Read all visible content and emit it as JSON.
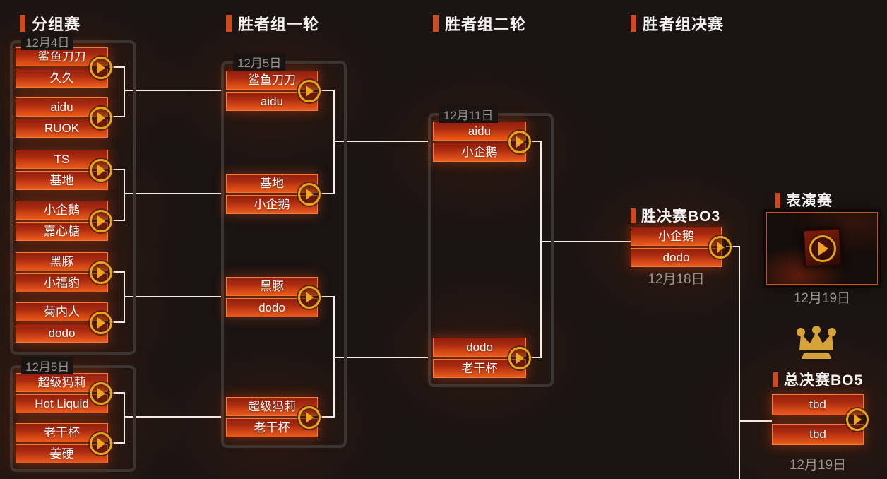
{
  "colors": {
    "accent_bar": "#cc4a1e",
    "team_box_top": "#931f0e",
    "team_box_bottom": "#ea5c1d",
    "team_box_border": "#ef7b35",
    "gold": "#e6a51d",
    "connector_line": "#f2ece6",
    "container_border": "#3a3532",
    "date_text": "#95908b",
    "crown": "#d6a338"
  },
  "headers": {
    "group_stage": "分组赛",
    "winners_round1": "胜者组一轮",
    "winners_round2": "胜者组二轮",
    "winners_final": "胜者组决赛",
    "exhibition": "表演赛",
    "winners_final_bo3": "胜决赛BO3",
    "grand_final_bo5": "总决赛BO5"
  },
  "group_stage": {
    "day1": {
      "date": "12月4日",
      "matches": [
        [
          "鲨鱼刀刀",
          "久久"
        ],
        [
          "aidu",
          "RUOK"
        ],
        [
          "TS",
          "基地"
        ],
        [
          "小企鹅",
          "嘉心糖"
        ],
        [
          "黑豚",
          "小福豹"
        ],
        [
          "菊内人",
          "dodo"
        ]
      ]
    },
    "day2": {
      "date": "12月5日",
      "matches": [
        [
          "超级犸莉",
          "Hot Liquid"
        ],
        [
          "老干杯",
          "姜硬"
        ]
      ]
    }
  },
  "winners_round1": {
    "date": "12月5日",
    "matches": [
      [
        "鲨鱼刀刀",
        "aidu"
      ],
      [
        "基地",
        "小企鹅"
      ],
      [
        "黑豚",
        "dodo"
      ],
      [
        "超级犸莉",
        "老干杯"
      ]
    ]
  },
  "winners_round2": {
    "date": "12月11日",
    "matches": [
      [
        "aidu",
        "小企鹅"
      ],
      [
        "dodo",
        "老干杯"
      ]
    ]
  },
  "winners_final_bo3": {
    "date": "12月18日",
    "match": [
      "小企鹅",
      "dodo"
    ]
  },
  "grand_final_bo5": {
    "date": "12月19日",
    "match": [
      "tbd",
      "tbd"
    ]
  },
  "exhibition": {
    "date": "12月19日"
  }
}
